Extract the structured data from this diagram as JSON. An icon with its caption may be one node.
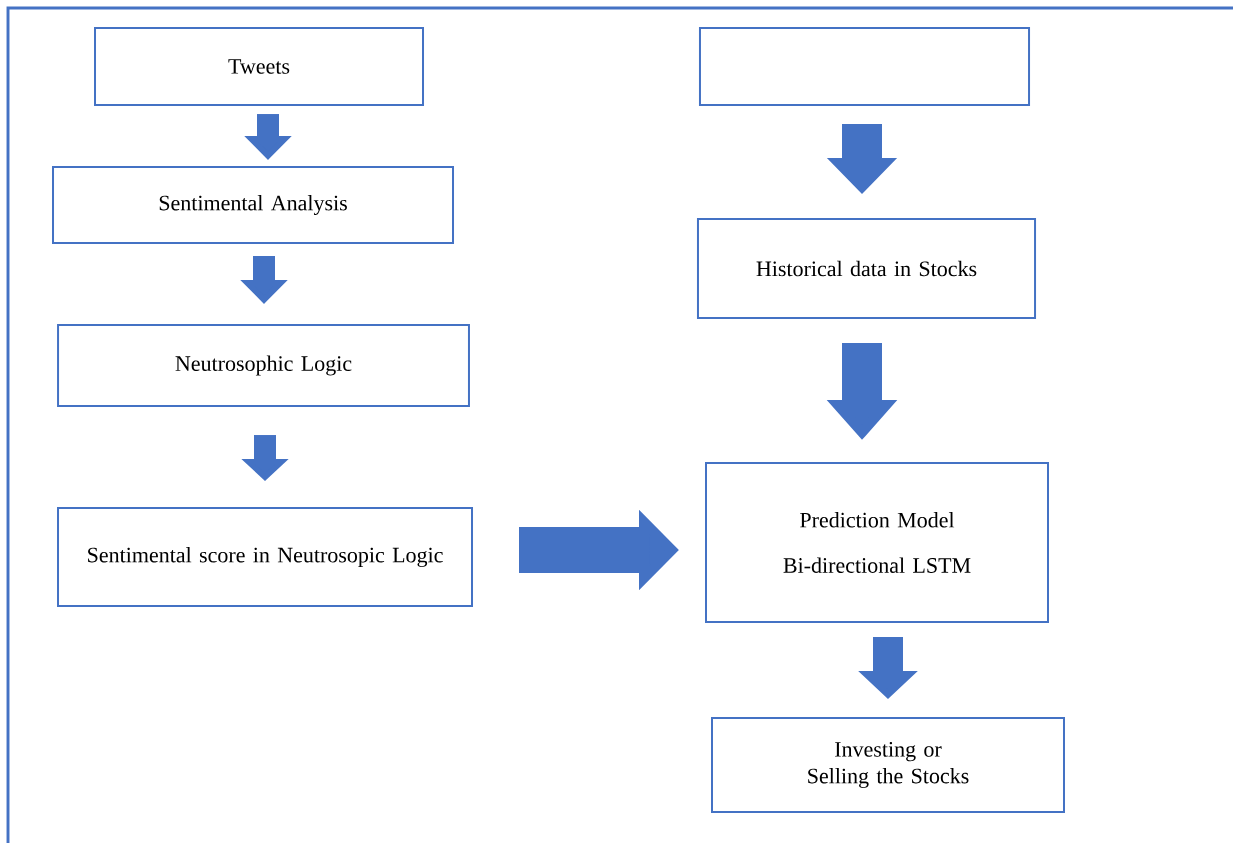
{
  "diagram": {
    "nodes": [
      {
        "text": [
          "Tweets"
        ]
      },
      {
        "text": [
          "Sentimental Analysis"
        ]
      },
      {
        "text": [
          "Neutrosophic Logic"
        ]
      },
      {
        "text": [
          "Sentimental score in Neutrosopic Logic"
        ]
      },
      {
        "text": [],
        "shape": "box"
      },
      {
        "text": [
          "Historical data in Stocks"
        ]
      },
      {
        "text": [
          "Prediction Model",
          "Bi-directional LSTM"
        ]
      },
      {
        "text": [
          "Investing or Selling the Stocks"
        ]
      }
    ],
    "edges": [
      {
        "from": 0,
        "to": 1,
        "arrow": "to"
      },
      {
        "from": 1,
        "to": 2,
        "arrow": "to"
      },
      {
        "from": 2,
        "to": 3,
        "arrow": "to"
      },
      {
        "from": 4,
        "to": 5,
        "arrow": "to"
      },
      {
        "from": 5,
        "to": 6,
        "arrow": "to"
      },
      {
        "from": 3,
        "to": 6,
        "arrow": "to"
      },
      {
        "from": 6,
        "to": 7,
        "arrow": "to"
      }
    ]
  }
}
